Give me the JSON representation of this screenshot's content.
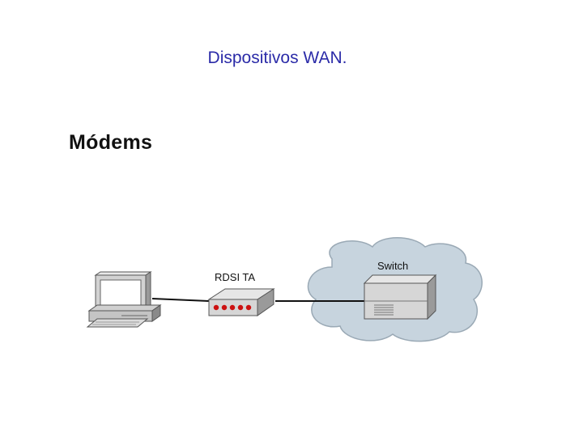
{
  "slide": {
    "title": "Dispositivos WAN.",
    "heading": "Módems"
  },
  "diagram": {
    "devices": [
      {
        "name": "computer",
        "label": "",
        "icon": "computer-icon"
      },
      {
        "name": "isdn-terminal-adapter",
        "label": "RDSI TA",
        "icon": "isdn-ta-icon",
        "led_color": "#cc1111",
        "led_count": 5
      },
      {
        "name": "wan-switch",
        "label": "Switch",
        "icon": "switch-icon"
      }
    ],
    "cloud": {
      "name": "wan-cloud",
      "fill": "#c7d4de",
      "stroke": "#9aa9b5"
    },
    "links": [
      {
        "from": "computer",
        "to": "isdn-terminal-adapter"
      },
      {
        "from": "isdn-terminal-adapter",
        "to": "wan-switch"
      }
    ]
  }
}
